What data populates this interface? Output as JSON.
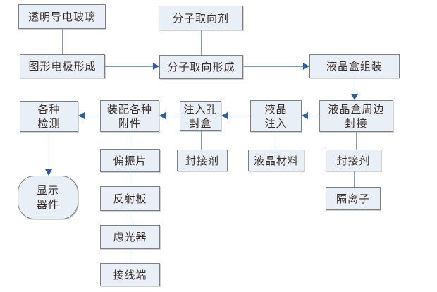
{
  "colors": {
    "background": "#ffffff",
    "fill": "#e9eff7",
    "border": "#7f7f7f",
    "line": "#7ca0d4",
    "arrow": "#2d5fa7",
    "text": "#3c2e27"
  },
  "nodes": {
    "glass": {
      "label": "透明导电玻璃"
    },
    "orient_agent": {
      "label": "分子取向剂"
    },
    "electrode_form": {
      "label": "图形电极形成"
    },
    "orient_form": {
      "label": "分子取向形成"
    },
    "cell_assembly": {
      "label": "液晶盒组装"
    },
    "inspection": {
      "label": "各种\n检测"
    },
    "fittings": {
      "label": "装配各种\n附件"
    },
    "hole_seal": {
      "label": "注入孔\n封盒"
    },
    "lc_injection": {
      "label": "液晶\n注入"
    },
    "edge_seal": {
      "label": "液晶盒周边\n封接"
    },
    "polarizer": {
      "label": "偏振片"
    },
    "sealant_left": {
      "label": "封接剂"
    },
    "lc_material": {
      "label": "液晶材料"
    },
    "sealant_right": {
      "label": "封接剂"
    },
    "display_device": {
      "label": "显示\n器件"
    },
    "reflector": {
      "label": "反射板"
    },
    "spacer": {
      "label": "隔离子"
    },
    "light_filter": {
      "label": "虑光器"
    },
    "terminal": {
      "label": "接线端"
    }
  },
  "edges": [
    {
      "from": "glass",
      "to": "electrode_form",
      "arrow": false
    },
    {
      "from": "orient_agent",
      "to": "orient_form",
      "arrow": false
    },
    {
      "from": "electrode_form",
      "to": "orient_form",
      "arrow": true
    },
    {
      "from": "orient_form",
      "to": "cell_assembly",
      "arrow": true
    },
    {
      "from": "cell_assembly",
      "to": "edge_seal",
      "arrow": true
    },
    {
      "from": "edge_seal",
      "to": "lc_injection",
      "arrow": true
    },
    {
      "from": "lc_injection",
      "to": "hole_seal",
      "arrow": true
    },
    {
      "from": "hole_seal",
      "to": "fittings",
      "arrow": true
    },
    {
      "from": "fittings",
      "to": "inspection",
      "arrow": true
    },
    {
      "from": "inspection",
      "to": "display_device",
      "arrow": true
    },
    {
      "from": "fittings",
      "to": "polarizer",
      "arrow": false
    },
    {
      "from": "polarizer",
      "to": "reflector",
      "arrow": false
    },
    {
      "from": "reflector",
      "to": "light_filter",
      "arrow": false
    },
    {
      "from": "light_filter",
      "to": "terminal",
      "arrow": false
    },
    {
      "from": "hole_seal",
      "to": "sealant_left",
      "arrow": false
    },
    {
      "from": "lc_injection",
      "to": "lc_material",
      "arrow": false
    },
    {
      "from": "edge_seal",
      "to": "sealant_right",
      "arrow": false
    },
    {
      "from": "sealant_right",
      "to": "spacer",
      "arrow": false
    }
  ]
}
